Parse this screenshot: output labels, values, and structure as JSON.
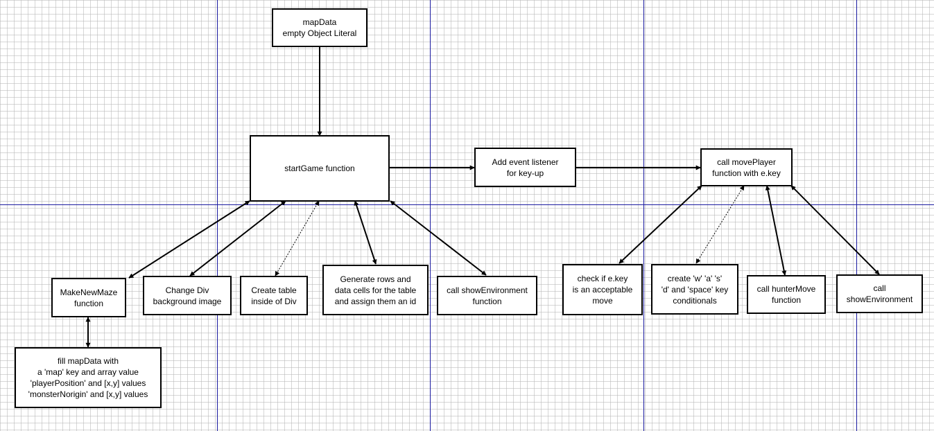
{
  "diagram": {
    "nodes": [
      {
        "id": "mapData",
        "label": "mapData\nempty Object Literal"
      },
      {
        "id": "startGame",
        "label": "startGame function"
      },
      {
        "id": "addListener",
        "label": "Add event listener\nfor key-up"
      },
      {
        "id": "callMovePlayer",
        "label": "call movePlayer\nfunction with e.key"
      },
      {
        "id": "makeNewMaze",
        "label": "MakeNewMaze\nfunction"
      },
      {
        "id": "changeDiv",
        "label": "Change Div\nbackground image"
      },
      {
        "id": "createTable",
        "label": "Create table\ninside of Div"
      },
      {
        "id": "generateRows",
        "label": "Generate rows and\ndata cells for the table\nand assign them an id"
      },
      {
        "id": "callShowEnv1",
        "label": "call showEnvironment\nfunction"
      },
      {
        "id": "fillMapData",
        "label": "fill mapData with\na 'map' key and array value\n'playerPosition' and [x,y] values\n'monsterNorigin' and [x,y] values"
      },
      {
        "id": "checkKey",
        "label": "check if e.key\nis an acceptable\nmove"
      },
      {
        "id": "createKeys",
        "label": "create 'w' 'a' 's'\n'd' and 'space' key\nconditionals"
      },
      {
        "id": "callHunterMove",
        "label": "call hunterMove\nfunction"
      },
      {
        "id": "callShowEnv2",
        "label": "call\nshowEnvironment"
      }
    ],
    "edges": [
      {
        "from": "mapData",
        "to": "startGame",
        "direction": "forward",
        "style": "solid"
      },
      {
        "from": "startGame",
        "to": "addListener",
        "direction": "forward",
        "style": "solid"
      },
      {
        "from": "addListener",
        "to": "callMovePlayer",
        "direction": "forward",
        "style": "solid"
      },
      {
        "from": "startGame",
        "to": "makeNewMaze",
        "direction": "both",
        "style": "solid"
      },
      {
        "from": "startGame",
        "to": "changeDiv",
        "direction": "both",
        "style": "solid"
      },
      {
        "from": "startGame",
        "to": "createTable",
        "direction": "both",
        "style": "dotted"
      },
      {
        "from": "startGame",
        "to": "generateRows",
        "direction": "both",
        "style": "solid"
      },
      {
        "from": "startGame",
        "to": "callShowEnv1",
        "direction": "both",
        "style": "solid"
      },
      {
        "from": "makeNewMaze",
        "to": "fillMapData",
        "direction": "both",
        "style": "solid"
      },
      {
        "from": "callMovePlayer",
        "to": "checkKey",
        "direction": "both",
        "style": "solid"
      },
      {
        "from": "callMovePlayer",
        "to": "createKeys",
        "direction": "both",
        "style": "dotted"
      },
      {
        "from": "callMovePlayer",
        "to": "callHunterMove",
        "direction": "both",
        "style": "solid"
      },
      {
        "from": "callMovePlayer",
        "to": "callShowEnv2",
        "direction": "both",
        "style": "solid"
      }
    ]
  },
  "colors": {
    "guide_line": "#1a1aa0",
    "grid": "#b4b4b4",
    "stroke": "#000000"
  }
}
